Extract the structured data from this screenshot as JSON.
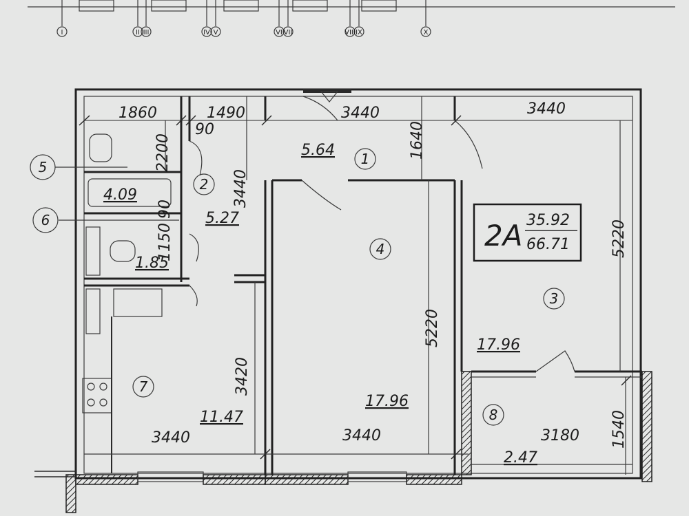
{
  "axes": {
    "labels": [
      "I",
      "II",
      "III",
      "IV",
      "V",
      "VI",
      "VII",
      "VIII",
      "IX",
      "X"
    ]
  },
  "rooms": [
    {
      "number": "1",
      "area": "5.64"
    },
    {
      "number": "2",
      "area": "5.27"
    },
    {
      "number": "3",
      "area": "17.96"
    },
    {
      "number": "4",
      "area": "17.96"
    },
    {
      "number": "5",
      "area": "4.09"
    },
    {
      "number": "6",
      "area": "1.85"
    },
    {
      "number": "7",
      "area": "11.47"
    },
    {
      "number": "8",
      "area": "2.47"
    }
  ],
  "dimensions": {
    "top_1860": "1860",
    "top_1490": "1490",
    "top_3440_a": "3440",
    "top_3440_b": "3440",
    "v_2200": "2200",
    "v_3440": "3440",
    "v_1640": "1640",
    "v_5220_right": "5220",
    "v_90_a": "90",
    "v_90_b": "90",
    "v_1150": "1150",
    "v_5220_mid": "5220",
    "v_3420": "3420",
    "bottom_3440_a": "3440",
    "bottom_3440_b": "3440",
    "bottom_3180": "3180",
    "v_1540": "1540"
  },
  "apartment": {
    "type": "2A",
    "living_area": "35.92",
    "total_area": "66.71"
  }
}
